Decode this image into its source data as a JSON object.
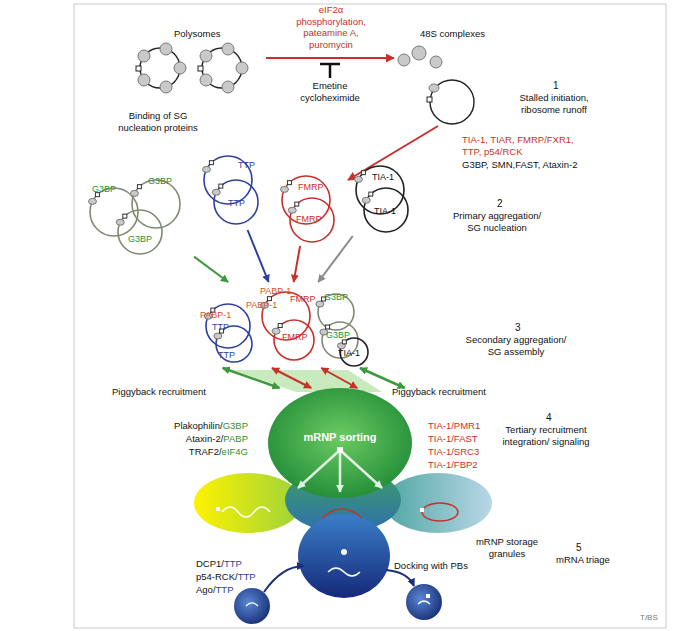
{
  "diagram": {
    "nodes": [
      {
        "text": [
          "G3BP",
          "G3BP",
          "G3BP"
        ]
      },
      {
        "text": [
          "TTP",
          "TTP"
        ]
      },
      {
        "text": [
          "FMRP",
          "FMRP"
        ]
      },
      {
        "text": [
          "TIA-1",
          "TIA-1"
        ]
      },
      {
        "text": [
          "PABP-1",
          "FMRP",
          "G3BP",
          "PABP-1",
          "PABP-1",
          "TTP",
          "FMRP",
          "G3BP",
          "TTP",
          "TIA-1"
        ]
      },
      {
        "text": [
          "mRNP sorting"
        ]
      }
    ],
    "edges": [
      {
        "from": 0,
        "to": 4,
        "arrow": "to"
      },
      {
        "from": 1,
        "to": 4,
        "arrow": "to"
      },
      {
        "from": 2,
        "to": 4,
        "arrow": "to"
      },
      {
        "from": 3,
        "to": 4,
        "arrow": "to"
      },
      {
        "from": 4,
        "to": 5,
        "arrow": "both"
      },
      {
        "from": 4,
        "to": 5,
        "arrow": "both"
      },
      {
        "from": 4,
        "to": 5,
        "arrow": "both"
      },
      {
        "from": 4,
        "to": 5,
        "arrow": "both"
      }
    ],
    "labels": [
      "Polysomes",
      "eIF2α phosphorylation, pateamine A, puromycin",
      "Emetine cycloheximide",
      "48S complexes",
      "1",
      "Stalled initiation, ribosome runoff",
      "TIA-1, TIAR, FMRP/FXR1, TTP, p54/RCK",
      "G3BP, SMN,FAST, Ataxin-2",
      "Binding of SG nucleation proteins",
      "2",
      "Primary aggregation/ SG nucleation",
      "3",
      "Secondary aggregation/ SG assembly",
      "Piggyback recruitment",
      "Piggyback recruitment",
      "Plakophilin/G3BP",
      "Ataxin-2/PABP",
      "TRAF2/eIF4G",
      "TIA-1/PMR1",
      "TIA-1/FAST",
      "TIA-1/SRC3",
      "TIA-1/FBP2",
      "4",
      "Tertiary recruitment integration/ signaling",
      "mRNP storage granules",
      "5",
      "mRNA triage",
      "DCP1/TTP",
      "p54-RCK/TTP",
      "Ago/TTP",
      "Docking with PBs",
      "T/BS"
    ]
  }
}
